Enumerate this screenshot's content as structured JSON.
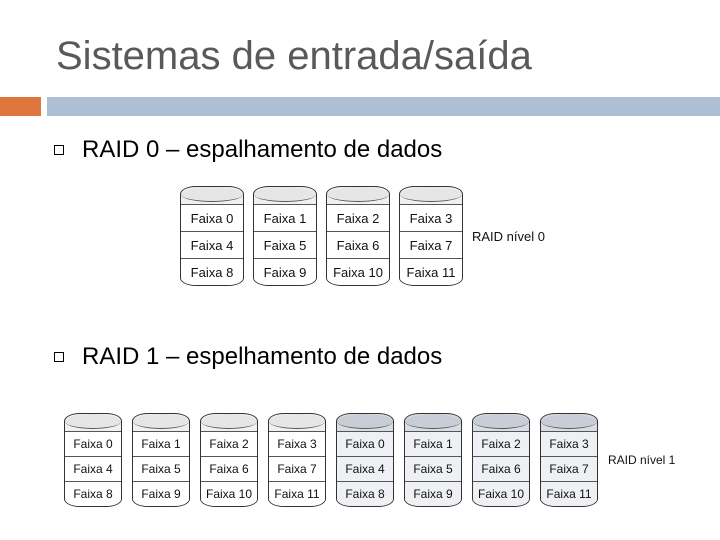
{
  "title": "Sistemas de entrada/saída",
  "bullets": [
    {
      "text": "RAID 0 – espalhamento de dados"
    },
    {
      "text": "RAID 1 – espelhamento de dados"
    }
  ],
  "raid0": {
    "label": "RAID nível 0",
    "disks": [
      [
        "Faixa 0",
        "Faixa 4",
        "Faixa 8"
      ],
      [
        "Faixa 1",
        "Faixa 5",
        "Faixa 9"
      ],
      [
        "Faixa 2",
        "Faixa 6",
        "Faixa 10"
      ],
      [
        "Faixa 3",
        "Faixa 7",
        "Faixa 11"
      ]
    ]
  },
  "raid1": {
    "label": "RAID nível 1",
    "disks": [
      [
        "Faixa 0",
        "Faixa 4",
        "Faixa 8"
      ],
      [
        "Faixa 1",
        "Faixa 5",
        "Faixa 9"
      ],
      [
        "Faixa 2",
        "Faixa 6",
        "Faixa 10"
      ],
      [
        "Faixa 3",
        "Faixa 7",
        "Faixa 11"
      ],
      [
        "Faixa 0",
        "Faixa 4",
        "Faixa 8"
      ],
      [
        "Faixa 1",
        "Faixa 5",
        "Faixa 9"
      ],
      [
        "Faixa 2",
        "Faixa 6",
        "Faixa 10"
      ],
      [
        "Faixa 3",
        "Faixa 7",
        "Faixa 11"
      ]
    ]
  },
  "colors": {
    "accent_orange": "#e0763d",
    "accent_blue": "#aebfd4",
    "title_gray": "#595959"
  }
}
